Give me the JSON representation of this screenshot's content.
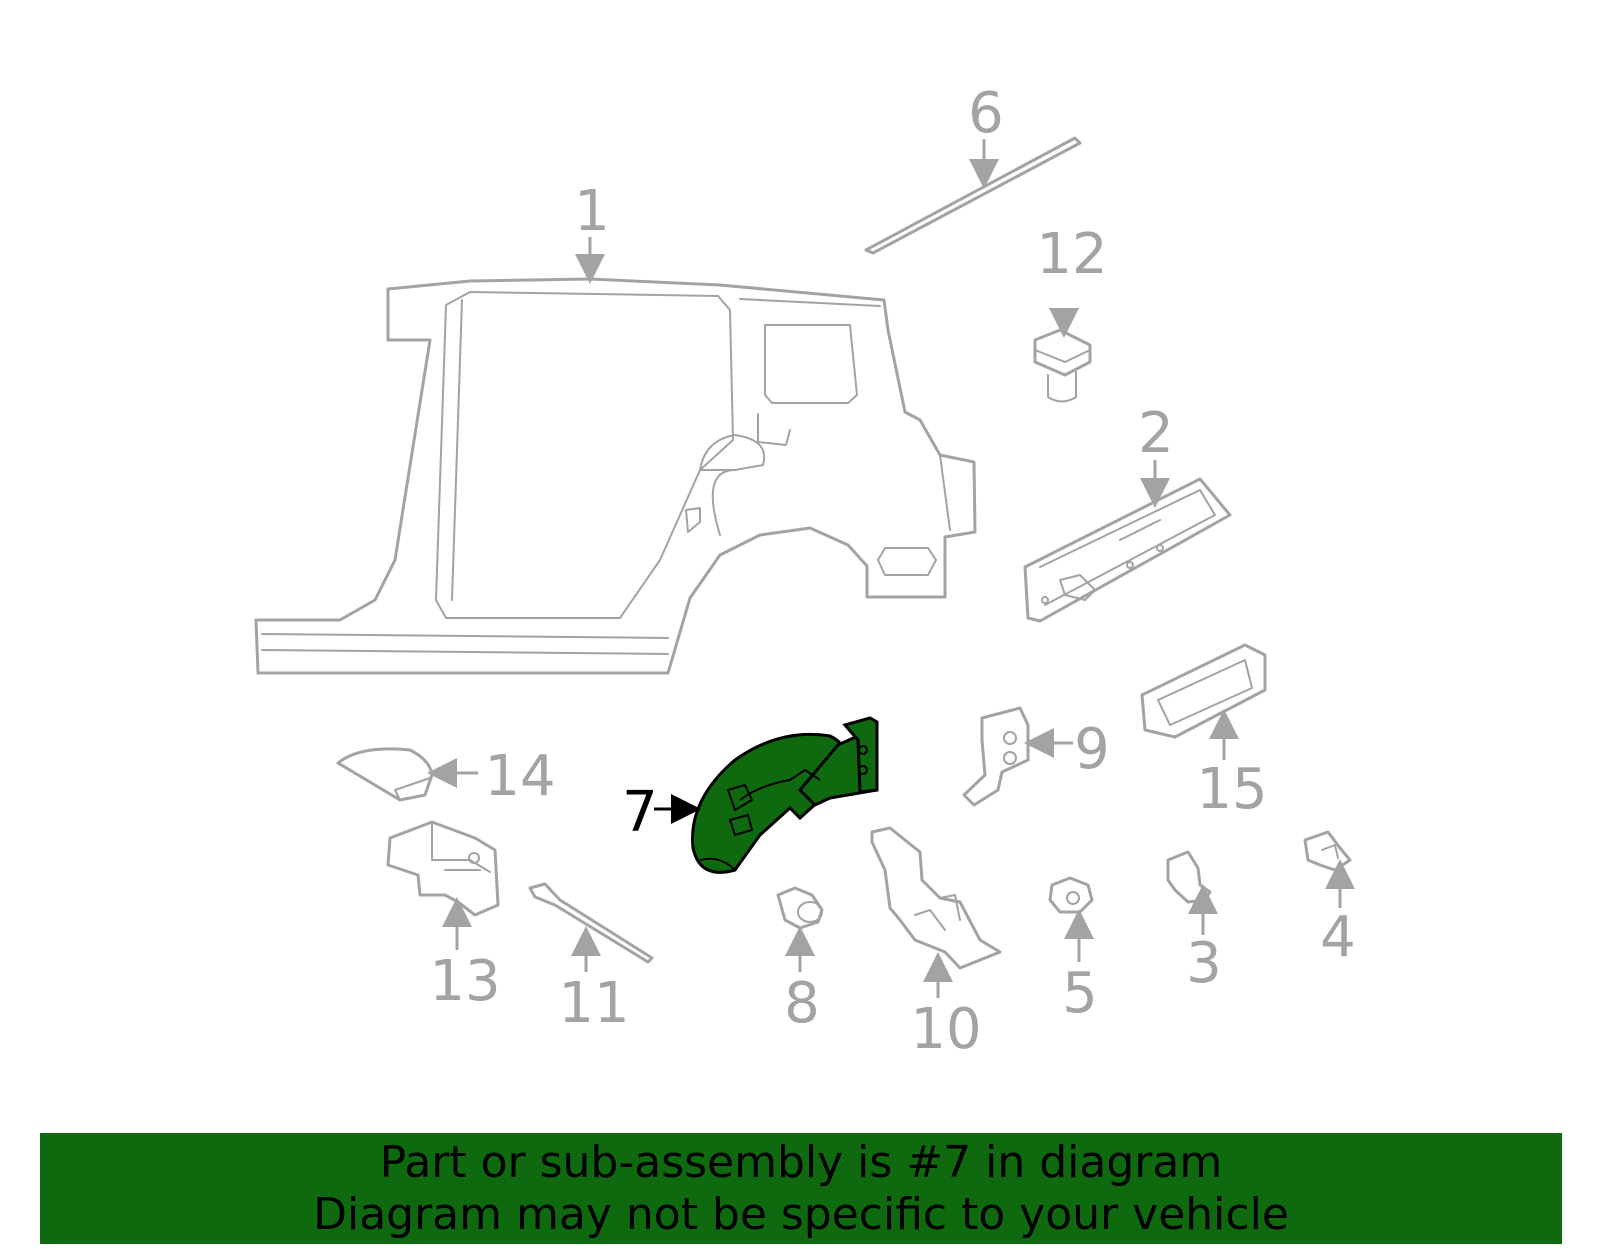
{
  "diagram": {
    "highlighted_part": "7",
    "highlight_color": "#0f6a0f",
    "part_line_color": "#a3a3a3",
    "callouts": {
      "c1": "1",
      "c2": "2",
      "c3": "3",
      "c4": "4",
      "c5": "5",
      "c6": "6",
      "c7": "7",
      "c8": "8",
      "c9": "9",
      "c10": "10",
      "c11": "11",
      "c12": "12",
      "c13": "13",
      "c14": "14",
      "c15": "15"
    }
  },
  "footer": {
    "line1": "Part or sub-assembly is #7 in diagram",
    "line2": "Diagram may not be specific to your vehicle",
    "background": "#0f6a0f"
  }
}
